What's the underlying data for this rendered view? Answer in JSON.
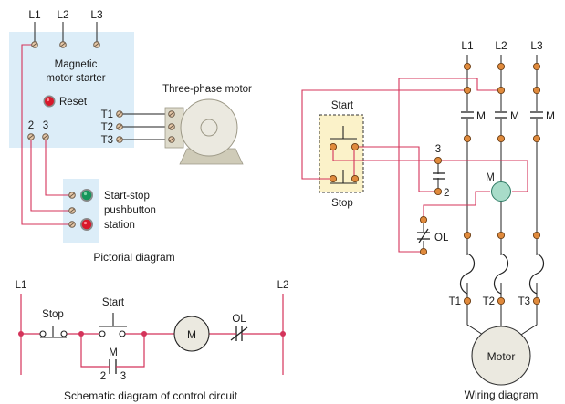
{
  "colors": {
    "wire_red": "#d4335a",
    "wire_black": "#222222",
    "panel_blue": "#dcedf8",
    "station_yellow": "#fbf2c9",
    "terminal_orange": "#e08a3c",
    "coil_green": "#a8dcc9",
    "motor_fill": "#ebe9e0",
    "reset_red": "#d8182b",
    "start_green": "#16955a"
  },
  "pictorial": {
    "line_labels": [
      "L1",
      "L2",
      "L3"
    ],
    "starter_title_1": "Magnetic",
    "starter_title_2": "motor starter",
    "reset_label": "Reset",
    "aux_labels": [
      "2",
      "3"
    ],
    "terminal_labels": [
      "T1",
      "T2",
      "T3"
    ],
    "motor_label": "Three-phase motor",
    "station_label_1": "Start-stop",
    "station_label_2": "pushbutton",
    "station_label_3": "station",
    "caption": "Pictorial diagram"
  },
  "schematic": {
    "left_rail": "L1",
    "right_rail": "L2",
    "stop_label": "Stop",
    "start_label": "Start",
    "coil_label": "M",
    "aux_contact_label": "M",
    "aux_num_left": "2",
    "aux_num_right": "3",
    "overload_label": "OL",
    "caption": "Schematic diagram of control circuit"
  },
  "wiring": {
    "line_labels": [
      "L1",
      "L2",
      "L3"
    ],
    "contact_labels": [
      "M",
      "M",
      "M"
    ],
    "start_label": "Start",
    "stop_label": "Stop",
    "aux_top": "3",
    "aux_bottom": "2",
    "coil_label": "M",
    "overload_label": "OL",
    "terminal_labels": [
      "T1",
      "T2",
      "T3"
    ],
    "motor_label": "Motor",
    "caption": "Wiring diagram"
  }
}
